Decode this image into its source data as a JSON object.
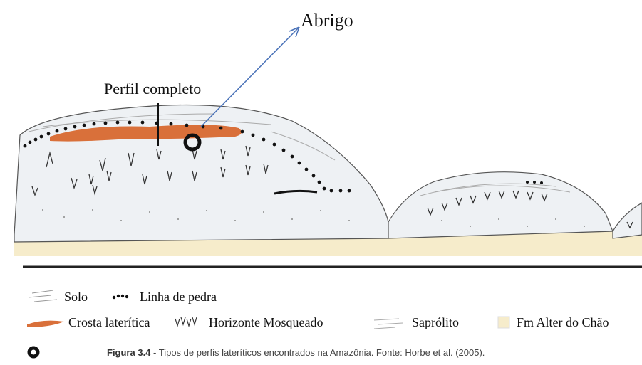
{
  "labels": {
    "abrigo": "Abrigo",
    "perfil_completo": "Perfil completo"
  },
  "legend": {
    "solo": "Solo",
    "linha_de_pedra": "Linha de pedra",
    "crosta_lateritica": "Crosta laterítica",
    "horizonte_mosqueado": "Horizonte Mosqueado",
    "saprolito": "Saprólito",
    "fm_alter_do_chao": "Fm Alter do Chão"
  },
  "caption": {
    "figure": "Figura 3.4",
    "text": " - Tipos de perfis lateríticos encontrados na Amazônia. Fonte: Horbe et al. (2005)."
  },
  "colors": {
    "crust": "#d9703a",
    "alter_do_chao": "#f6eccb",
    "saprolite": "#eef1f4",
    "arrow": "#4a72b8"
  }
}
